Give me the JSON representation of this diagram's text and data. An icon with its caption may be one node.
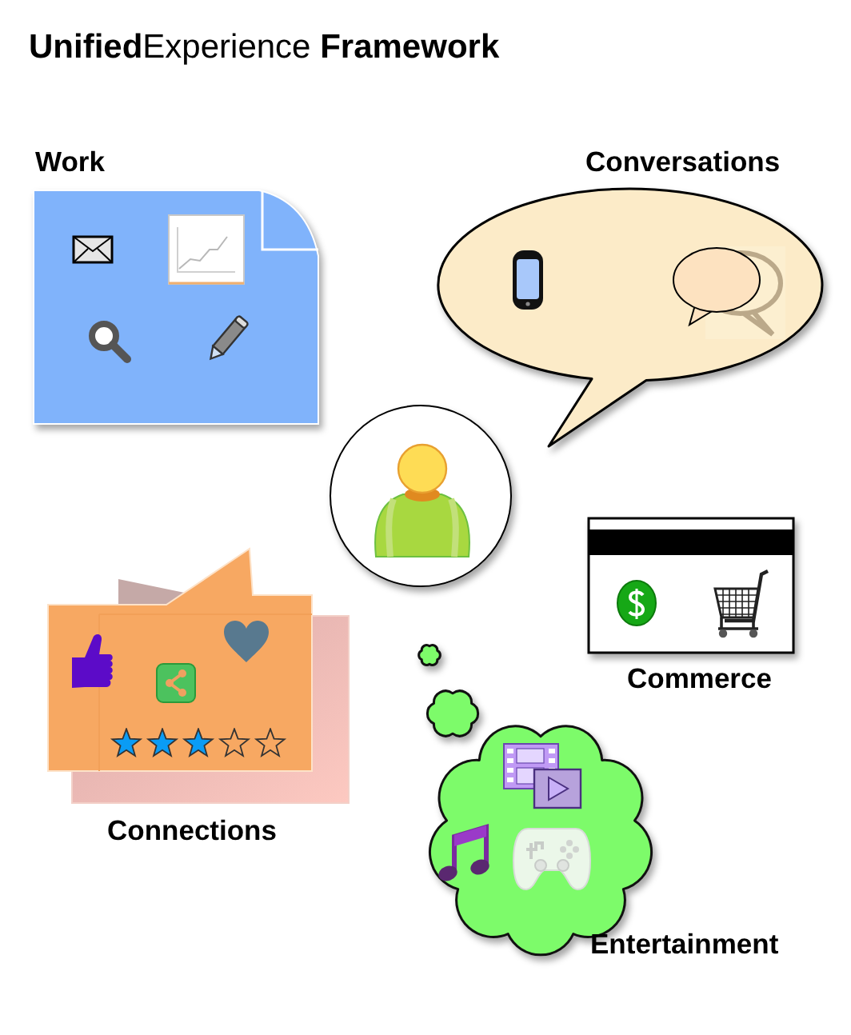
{
  "diagram": {
    "title": "**Unified**Experience **Framework**",
    "nodes": [
      {
        "text": [
          "Work"
        ]
      },
      {
        "text": [
          "Conversations"
        ]
      },
      {
        "text": [],
        "shape": "circle"
      },
      {
        "text": [
          "Commerce"
        ]
      },
      {
        "text": [
          "Connections"
        ]
      },
      {
        "text": [],
        "shape": "cloud"
      },
      {
        "text": [],
        "shape": "cloud"
      },
      {
        "text": [
          "Entertainment"
        ]
      }
    ]
  }
}
